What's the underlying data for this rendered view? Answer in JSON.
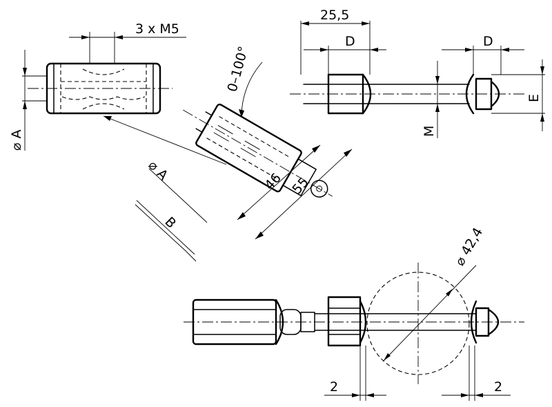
{
  "labels": {
    "thread": "3 x M5",
    "dim_25_5": "25,5",
    "dim_d_top": "D",
    "dim_d_right": "D",
    "dim_e": "E",
    "dim_m": "M",
    "dim_dia_a_left": "⌀ A",
    "dim_dia_a_diag": "⌀ A",
    "dim_b": "B",
    "dim_46": "46",
    "dim_55": "55",
    "angle": "0–100°",
    "dim_dia_42_4": "⌀ 42,4",
    "dim_2_left": "2",
    "dim_2_right": "2"
  }
}
